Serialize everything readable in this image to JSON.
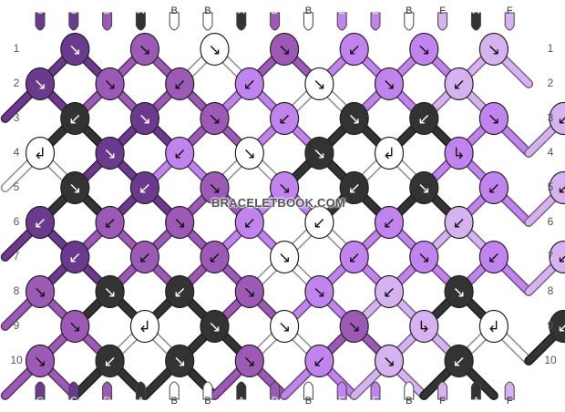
{
  "colors": {
    "A": "#333333",
    "B": "#ffffff",
    "C": "#6b3a8f",
    "D": "#9c59b6",
    "E": "#c183ee",
    "F": "#d7b2f1"
  },
  "top_labels": [
    "C",
    "C",
    "D",
    "A",
    "B",
    "B",
    "A",
    "D",
    "B",
    "E",
    "E",
    "B",
    "F",
    "A",
    "F"
  ],
  "bottom_labels": [
    "C",
    "C",
    "D",
    "A",
    "B",
    "B",
    "A",
    "D",
    "B",
    "E",
    "E",
    "B",
    "F",
    "A",
    "F"
  ],
  "row_numbers": [
    "1",
    "2",
    "3",
    "4",
    "5",
    "6",
    "7",
    "8",
    "9",
    "10"
  ],
  "knots": [
    [
      {
        "c": "C",
        "d": "↘"
      },
      {
        "c": "D",
        "d": "↘"
      },
      {
        "c": "B",
        "d": "↘"
      },
      {
        "c": "D",
        "d": "↘"
      },
      {
        "c": "E",
        "d": "↙"
      },
      {
        "c": "E",
        "d": "↘"
      },
      {
        "c": "F",
        "d": "↘"
      }
    ],
    [
      {
        "c": "C",
        "d": "↘"
      },
      {
        "c": "D",
        "d": "↘"
      },
      {
        "c": "D",
        "d": "↙"
      },
      {
        "c": "E",
        "d": "↙"
      },
      {
        "c": "B",
        "d": "↘"
      },
      {
        "c": "E",
        "d": "↘"
      },
      {
        "c": "F",
        "d": "↙"
      }
    ],
    [
      {
        "c": "A",
        "d": "↙"
      },
      {
        "c": "C",
        "d": "↘"
      },
      {
        "c": "D",
        "d": "↘"
      },
      {
        "c": "E",
        "d": "↙"
      },
      {
        "c": "A",
        "d": "↘"
      },
      {
        "c": "A",
        "d": "↙"
      },
      {
        "c": "E",
        "d": "↘"
      },
      {
        "c": "F",
        "d": "↙"
      }
    ],
    [
      {
        "c": "B",
        "d": "↲"
      },
      {
        "c": "C",
        "d": "↘"
      },
      {
        "c": "E",
        "d": "↙"
      },
      {
        "c": "B",
        "d": "↘"
      },
      {
        "c": "A",
        "d": "↘"
      },
      {
        "c": "B",
        "d": "↲"
      },
      {
        "c": "E",
        "d": "↳"
      }
    ],
    [
      {
        "c": "A",
        "d": "↘"
      },
      {
        "c": "C",
        "d": "↙"
      },
      {
        "c": "D",
        "d": "↘"
      },
      {
        "c": "E",
        "d": "↘"
      },
      {
        "c": "A",
        "d": "↙"
      },
      {
        "c": "A",
        "d": "↘"
      },
      {
        "c": "E",
        "d": "↙"
      },
      {
        "c": "F",
        "d": "↙"
      }
    ],
    [
      {
        "c": "C",
        "d": "↙"
      },
      {
        "c": "D",
        "d": "↙"
      },
      {
        "c": "D",
        "d": "↘"
      },
      {
        "c": "E",
        "d": "↙"
      },
      {
        "c": "B",
        "d": "↙"
      },
      {
        "c": "E",
        "d": "↙"
      },
      {
        "c": "F",
        "d": "↙"
      }
    ],
    [
      {
        "c": "C",
        "d": "↙"
      },
      {
        "c": "D",
        "d": "↙"
      },
      {
        "c": "D",
        "d": "↙"
      },
      {
        "c": "B",
        "d": "↘"
      },
      {
        "c": "E",
        "d": "↙"
      },
      {
        "c": "E",
        "d": "↘"
      },
      {
        "c": "E",
        "d": "↙"
      },
      {
        "c": "F",
        "d": "↙"
      }
    ],
    [
      {
        "c": "D",
        "d": "↘"
      },
      {
        "c": "A",
        "d": "↘"
      },
      {
        "c": "A",
        "d": "↙"
      },
      {
        "c": "D",
        "d": "↘"
      },
      {
        "c": "E",
        "d": "↘"
      },
      {
        "c": "F",
        "d": "↙"
      },
      {
        "c": "A",
        "d": "↘"
      }
    ],
    [
      {
        "c": "D",
        "d": "↘"
      },
      {
        "c": "B",
        "d": "↲"
      },
      {
        "c": "A",
        "d": "↘"
      },
      {
        "c": "B",
        "d": "↘"
      },
      {
        "c": "D",
        "d": "↘"
      },
      {
        "c": "F",
        "d": "↳"
      },
      {
        "c": "B",
        "d": "↲"
      },
      {
        "c": "A",
        "d": "↙"
      }
    ],
    [
      {
        "c": "D",
        "d": "↘"
      },
      {
        "c": "A",
        "d": "↙"
      },
      {
        "c": "A",
        "d": "↘"
      },
      {
        "c": "D",
        "d": "↘"
      },
      {
        "c": "E",
        "d": "↙"
      },
      {
        "c": "F",
        "d": "↘"
      },
      {
        "c": "A",
        "d": "↙"
      }
    ]
  ],
  "watermark": "BRACELETBOOK.COM"
}
